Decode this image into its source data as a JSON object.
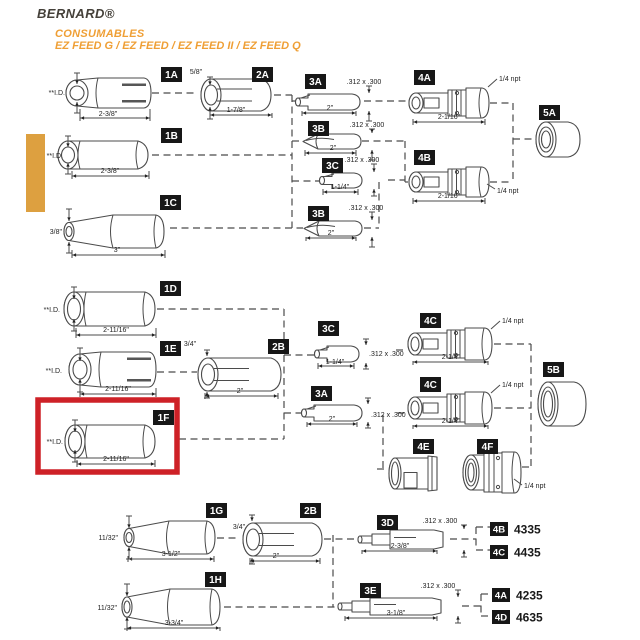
{
  "page": {
    "brand": "BERNARD®",
    "subtitle_line1": "CONSUMABLES",
    "subtitle_line2": "EZ FEED G / EZ FEED / EZ FEED II / EZ FEED Q"
  },
  "colors": {
    "header_gradient_left": "#e7a140",
    "header_gradient_right": "#eccb92",
    "subtitle_orange": "#ef9f35",
    "accent_bar_orange": "#dda040",
    "chip_background": "#171717",
    "chip_text": "#ffffff",
    "line_gray": "#4b4b4b",
    "highlight_red": "#ce2127"
  },
  "highlighted_part": "1F",
  "parts": [
    {
      "id": "1A",
      "dims": {
        "left": "**I.D.",
        "bottom": "2-3/8\""
      }
    },
    {
      "id": "2A",
      "dims": {
        "left": "5/8\"",
        "bottom": "1-7/8\""
      }
    },
    {
      "id": "3A",
      "dims": {
        "top": ".312 x .300",
        "bottom": "2\""
      }
    },
    {
      "id": "4A",
      "dims": {
        "npt": "1/4 npt",
        "bottom": "2-1/16\""
      }
    },
    {
      "id": "5A",
      "dims": {}
    },
    {
      "id": "1B",
      "dims": {
        "left": "**I.D.",
        "bottom": "2-3/8\""
      }
    },
    {
      "id": "3B",
      "dims": {
        "top": ".312 x .300",
        "bottom": "2\""
      }
    },
    {
      "id": "3C",
      "dims": {
        "top": ".312 x .300",
        "bottom": "1-1/4\""
      }
    },
    {
      "id": "4B",
      "dims": {
        "npt": "1/4 npt",
        "bottom": "2-1/16\""
      }
    },
    {
      "id": "1C",
      "dims": {
        "left": "3/8\"",
        "bottom": "3\""
      }
    },
    {
      "id": "3B",
      "dims": {
        "top": ".312 x .300",
        "bottom": "2\""
      }
    },
    {
      "id": "1D",
      "dims": {
        "left": "**I.D.",
        "bottom": "2-11/16\""
      }
    },
    {
      "id": "1E",
      "dims": {
        "left": "**I.D.",
        "bottom": "2-11/16\""
      }
    },
    {
      "id": "2B",
      "dims": {
        "left": "3/4\"",
        "bottom": "2\""
      }
    },
    {
      "id": "3C",
      "dims": {
        "top": ".312 x .300",
        "bottom": "1-1/4\""
      }
    },
    {
      "id": "4C",
      "dims": {
        "npt": "1/4 npt",
        "bottom": "2-1/4\""
      }
    },
    {
      "id": "1F",
      "dims": {
        "left": "**I.D.",
        "bottom": "2-11/16\""
      }
    },
    {
      "id": "3A",
      "dims": {
        "top": ".312 x .300",
        "bottom": "2\""
      }
    },
    {
      "id": "4C",
      "dims": {
        "npt": "1/4 npt",
        "bottom": "2-1/4\""
      }
    },
    {
      "id": "5B",
      "dims": {}
    },
    {
      "id": "4E",
      "dims": {}
    },
    {
      "id": "4F",
      "dims": {
        "npt": "1/4 npt"
      }
    },
    {
      "id": "1G",
      "dims": {
        "left": "11/32\"",
        "bottom": "3-1/2\""
      }
    },
    {
      "id": "2B",
      "dims": {
        "left": "3/4\"",
        "bottom": "2\""
      }
    },
    {
      "id": "3D",
      "dims": {
        "top": ".312 x .300",
        "bottom": "2-3/8\""
      }
    },
    {
      "id": "1H",
      "dims": {
        "left": "11/32\"",
        "bottom": "3-3/4\""
      }
    },
    {
      "id": "3E",
      "dims": {
        "top": ".312 x .300",
        "bottom": "3-1/8\""
      }
    }
  ],
  "part_numbers": [
    {
      "label": "4B",
      "number": "4335"
    },
    {
      "label": "4C",
      "number": "4435"
    },
    {
      "label": "4A",
      "number": "4235"
    },
    {
      "label": "4D",
      "number": "4635"
    }
  ]
}
